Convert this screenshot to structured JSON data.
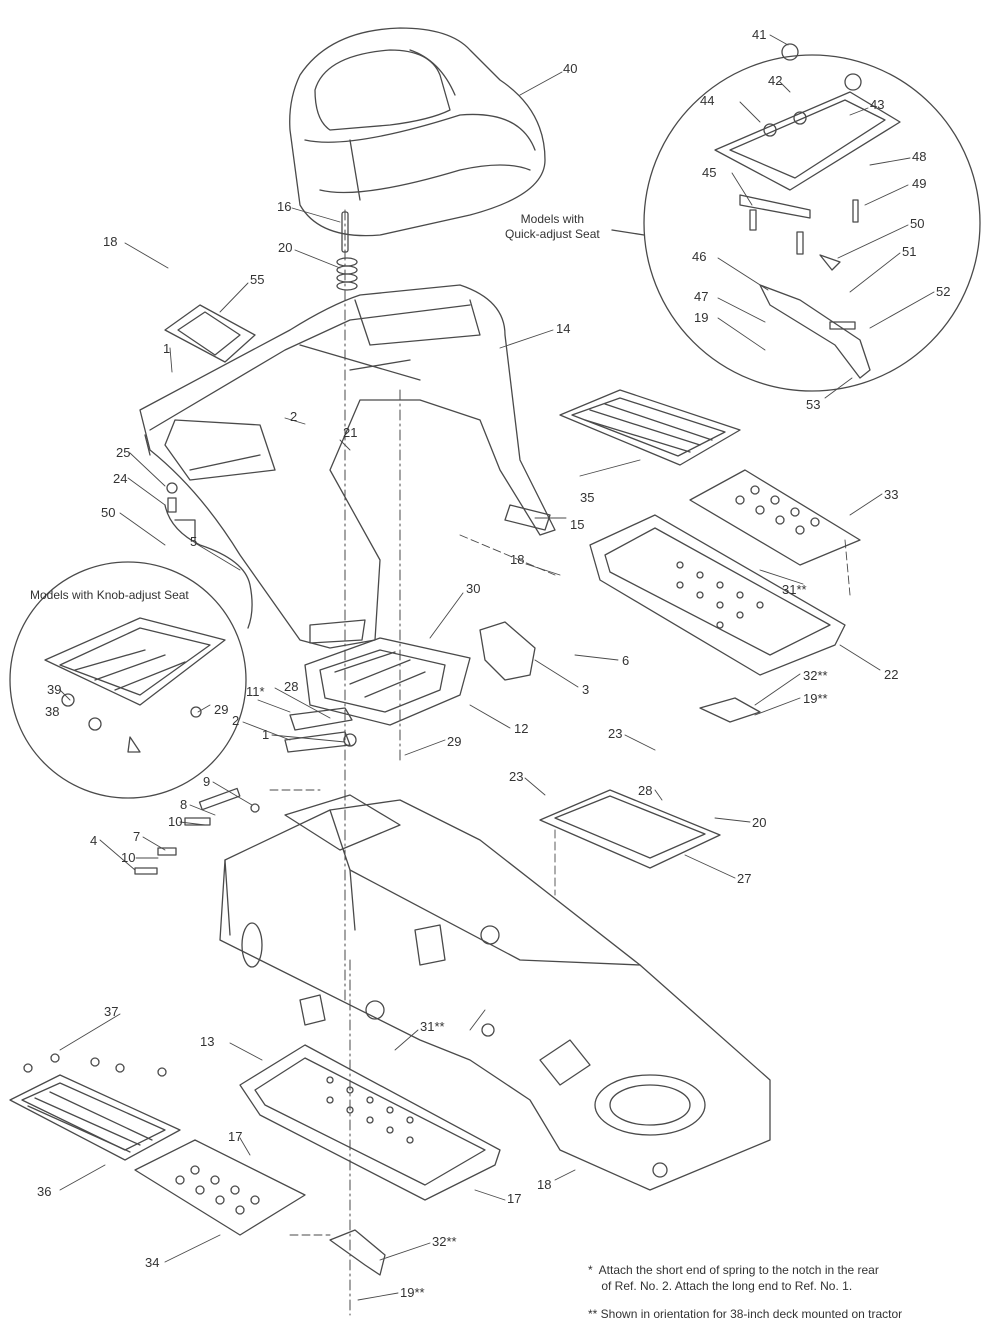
{
  "callouts": {
    "quick_adjust": "Models with\nQuick-adjust Seat",
    "knob_adjust": "Models with Knob-adjust Seat"
  },
  "notes": {
    "note1": "*  Attach the short end of spring to the notch in the rear\n    of Ref. No. 2. Attach the long end to Ref. No. 1.",
    "note2": "** Shown in orientation for 38-inch deck mounted on tractor"
  },
  "parts": {
    "p40": "40",
    "p41": "41",
    "p42": "42",
    "p43": "43",
    "p44": "44",
    "p48": "48",
    "p45": "45",
    "p49": "49",
    "p50a": "50",
    "p46": "46",
    "p51": "51",
    "p52": "52",
    "p47": "47",
    "p19a": "19",
    "p53": "53",
    "p16": "16",
    "p18a": "18",
    "p20a": "20",
    "p55": "55",
    "p14": "14",
    "p1a": "1",
    "p2a": "2",
    "p21": "21",
    "p35": "35",
    "p33": "33",
    "p25": "25",
    "p24": "24",
    "p50b": "50",
    "p5": "5",
    "p15": "15",
    "p18b": "18",
    "p31a": "31**",
    "p22": "22",
    "p30": "30",
    "p6": "6",
    "p3": "3",
    "p39": "39",
    "p38": "38",
    "p29a": "29",
    "p11": "11*",
    "p28a": "28",
    "p12": "12",
    "p32a": "32**",
    "p19b": "19**",
    "p2b": "2",
    "p1b": "1",
    "p9": "9",
    "p29b": "29",
    "p23a": "23",
    "p8": "8",
    "p10a": "10",
    "p7": "7",
    "p10b": "10",
    "p4": "4",
    "p23b": "23",
    "p28b": "28",
    "p20b": "20",
    "p27": "27",
    "p37": "37",
    "p13": "13",
    "p31b": "31**",
    "p17a": "17",
    "p36": "36",
    "p17b": "17",
    "p18c": "18",
    "p34": "34",
    "p32b": "32**",
    "p19c": "19**"
  }
}
